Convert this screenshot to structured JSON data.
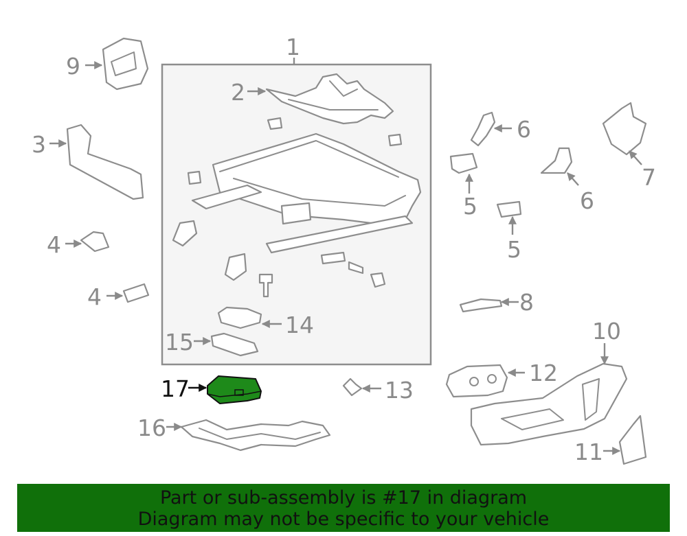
{
  "callouts": {
    "c1": "1",
    "c2": "2",
    "c3": "3",
    "c4a": "4",
    "c4b": "4",
    "c5a": "5",
    "c5b": "5",
    "c6a": "6",
    "c6b": "6",
    "c7": "7",
    "c8": "8",
    "c9": "9",
    "c10": "10",
    "c11": "11",
    "c12": "12",
    "c13": "13",
    "c14": "14",
    "c15": "15",
    "c16": "16",
    "c17": "17"
  },
  "highlight": {
    "part": "17",
    "color": "#1e8a1a"
  },
  "colors": {
    "line": "#8d8d8d",
    "frame_fill": "#f5f5f5",
    "banner_bg": "#10700a"
  },
  "banner": {
    "line1": "Part or sub-assembly is #17 in diagram",
    "line2": "Diagram may not be specific to your vehicle"
  }
}
